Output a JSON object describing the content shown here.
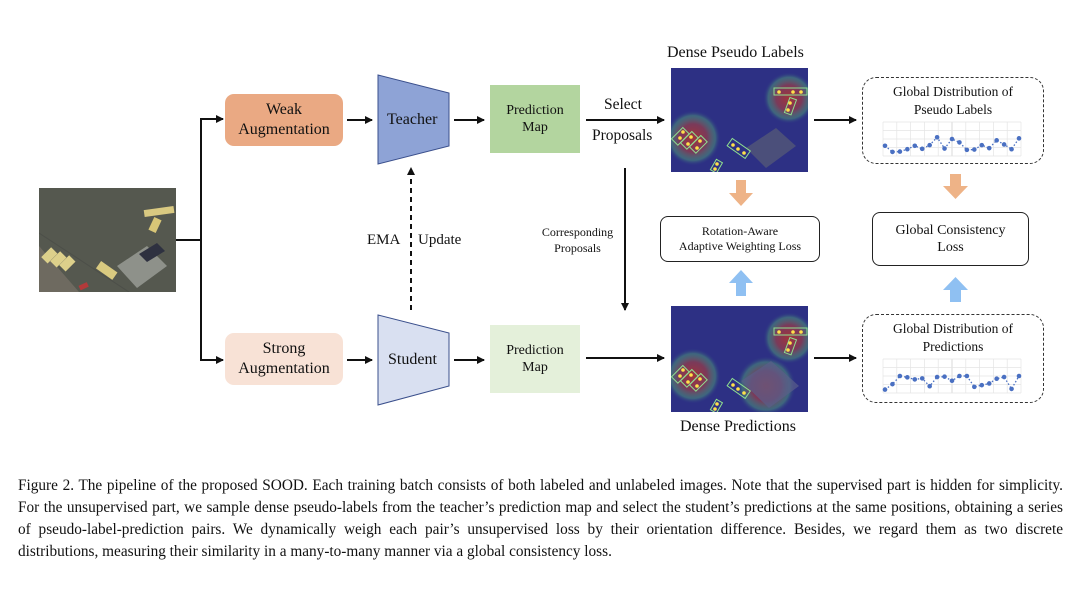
{
  "figure": {
    "input_image": {
      "description": "aerial image of parking lot with buses"
    },
    "weak_augmentation": {
      "line1": "Weak",
      "line2": "Augmentation"
    },
    "strong_augmentation": {
      "line1": "Strong",
      "line2": "Augmentation"
    },
    "teacher": {
      "label": "Teacher"
    },
    "student": {
      "label": "Student"
    },
    "prediction_map_top": {
      "line1": "Prediction",
      "line2": "Map"
    },
    "prediction_map_bottom": {
      "line1": "Prediction",
      "line2": "Map"
    },
    "ema_update": {
      "left": "EMA",
      "right": "Update"
    },
    "select_proposals": {
      "line1": "Select",
      "line2": "Proposals"
    },
    "corresponding_proposals": {
      "line1": "Corresponding",
      "line2": "Proposals"
    },
    "dense_pseudo_labels": {
      "title": "Dense Pseudo Labels"
    },
    "dense_predictions": {
      "title": "Dense Predictions"
    },
    "rotation_loss": {
      "line1": "Rotation-Aware",
      "line2": "Adaptive Weighting Loss"
    },
    "global_consistency_loss": {
      "line1": "Global Consistency",
      "line2": "Loss"
    },
    "global_dist_pseudo": {
      "line1": "Global Distribution of",
      "line2": "Pseudo Labels"
    },
    "global_dist_pred": {
      "line1": "Global Distribution of",
      "line2": "Predictions"
    }
  },
  "colors": {
    "weak_aug": "#eaa983",
    "strong_aug": "#f8e2d6",
    "teacher": "#8ea3d6",
    "student": "#d9e0f1",
    "pred_map_top": "#b3d59f",
    "pred_map_bottom": "#e4f0da",
    "orange_arrow": "#eeb387",
    "blue_arrow": "#8fc0f2",
    "dot": "#4a70c2"
  },
  "chart_data": [
    {
      "type": "line",
      "title": "Global Distribution of Pseudo Labels",
      "x": [
        1,
        2,
        3,
        4,
        5,
        6,
        7,
        8,
        9,
        10,
        11,
        12,
        13,
        14,
        15,
        16,
        17,
        18,
        19
      ],
      "values": [
        3.0,
        1.2,
        1.3,
        2.0,
        3.0,
        2.1,
        3.2,
        5.5,
        2.2,
        5.0,
        4.0,
        1.8,
        1.9,
        3.2,
        2.3,
        4.6,
        3.4,
        2.0,
        5.2
      ],
      "xlabel": "",
      "ylabel": "",
      "ylim": [
        0,
        10
      ],
      "grid": true
    },
    {
      "type": "line",
      "title": "Global Distribution of Predictions",
      "x": [
        1,
        2,
        3,
        4,
        5,
        6,
        7,
        8,
        9,
        10,
        11,
        12,
        13,
        14,
        15,
        16,
        17,
        18,
        19
      ],
      "values": [
        1.0,
        2.6,
        5.0,
        4.6,
        4.0,
        4.3,
        2.0,
        4.7,
        4.8,
        3.6,
        5.0,
        5.0,
        1.8,
        2.3,
        2.8,
        4.2,
        4.7,
        1.2,
        5.0
      ],
      "xlabel": "",
      "ylabel": "",
      "ylim": [
        0,
        10
      ],
      "grid": true
    }
  ],
  "caption": "Figure 2. The pipeline of the proposed SOOD. Each training batch consists of both labeled and unlabeled images. Note that the supervised part is hidden for simplicity.  For the unsupervised part, we sample dense pseudo-labels from the teacher’s prediction map and select the student’s predictions at the same positions, obtaining a series of pseudo-label-prediction pairs.  We dynamically weigh each pair’s unsupervised loss by their orientation difference.  Besides, we regard them as two discrete distributions, measuring their similarity in a many-to-many manner via a global consistency loss."
}
